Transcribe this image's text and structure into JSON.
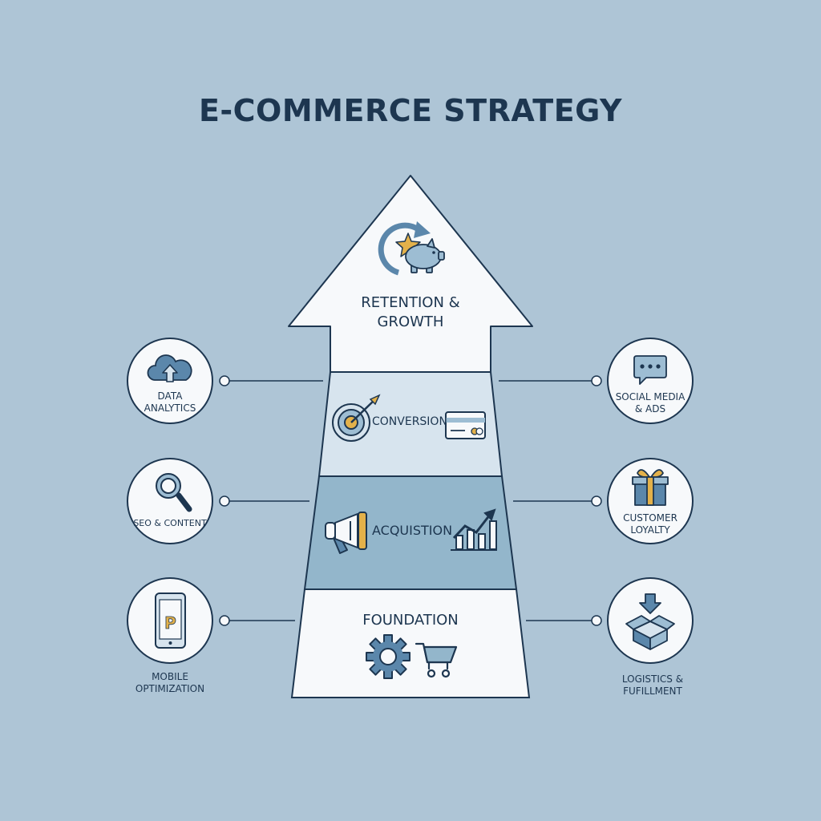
{
  "title": "E-COMMERCE STRATEGY",
  "stages": {
    "retention": {
      "line1": "RETENTION &",
      "line2": "GROWTH",
      "icon": "star-piggy-bank-icon"
    },
    "conversion": {
      "label": "CONVERSION",
      "icons": [
        "target-icon",
        "credit-card-icon"
      ]
    },
    "acquisition": {
      "label": "ACQUISTION",
      "icons": [
        "megaphone-icon",
        "growth-chart-icon"
      ]
    },
    "foundation": {
      "label": "FOUNDATION",
      "icons": [
        "gear-icon",
        "shopping-cart-icon"
      ]
    }
  },
  "left_items": [
    {
      "line1": "DATA",
      "line2": "ANALYTICS",
      "icon": "cloud-upload-icon"
    },
    {
      "line1": "SEO & CONTENT",
      "line2": "",
      "icon": "magnifier-icon"
    },
    {
      "line1": "MOBILE",
      "line2": "OPTIMIZATION",
      "icon": "smartphone-icon"
    }
  ],
  "right_items": [
    {
      "line1": "SOCIAL MEDIA",
      "line2": "& ADS",
      "icon": "chat-bubble-icon"
    },
    {
      "line1": "CUSTOMER",
      "line2": "LOYALTY",
      "icon": "gift-box-icon"
    },
    {
      "line1": "LOGISTICS &",
      "line2": "FUFILLMENT",
      "icon": "box-download-icon"
    }
  ],
  "colors": {
    "background": "#aec5d6",
    "navy": "#1d3650",
    "arrow_white": "#f7f9fb",
    "conversion_band": "#d7e4ee",
    "acquisition_band": "#93b6cb",
    "icon_blue": "#5b87ab",
    "accent_gold": "#e3b14a"
  }
}
